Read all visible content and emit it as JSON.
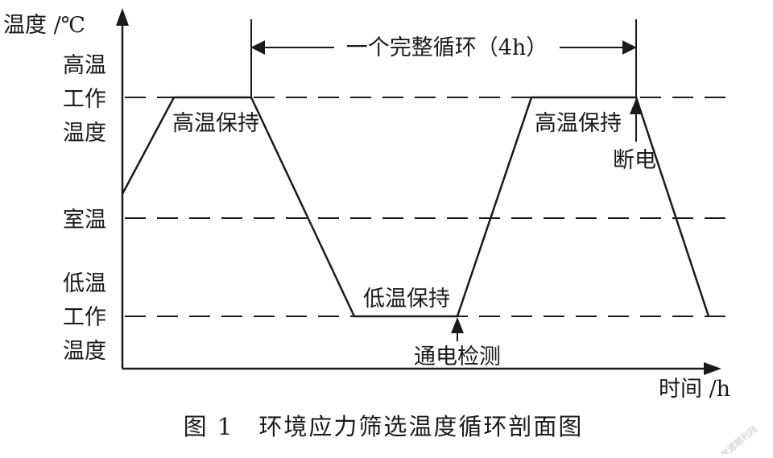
{
  "axes": {
    "y_label": "温度 /℃",
    "x_label": "时间 /h"
  },
  "levels": {
    "high": [
      "高温",
      "工作",
      "温度"
    ],
    "room": "室温",
    "low": [
      "低温",
      "工作",
      "温度"
    ]
  },
  "annotations": {
    "cycle": "一个完整循环（4h）",
    "high_hold_1": "高温保持",
    "low_hold": "低温保持",
    "high_hold_2": "高温保持",
    "power_off": "断电",
    "power_check": "通电检测"
  },
  "caption": "图 1　环境应力筛选温度循环剖面图",
  "watermark": "龙源期刊网",
  "colors": {
    "ink": "#1a1a1a",
    "background": "#ffffff",
    "watermark": "#c7c7c7"
  }
}
